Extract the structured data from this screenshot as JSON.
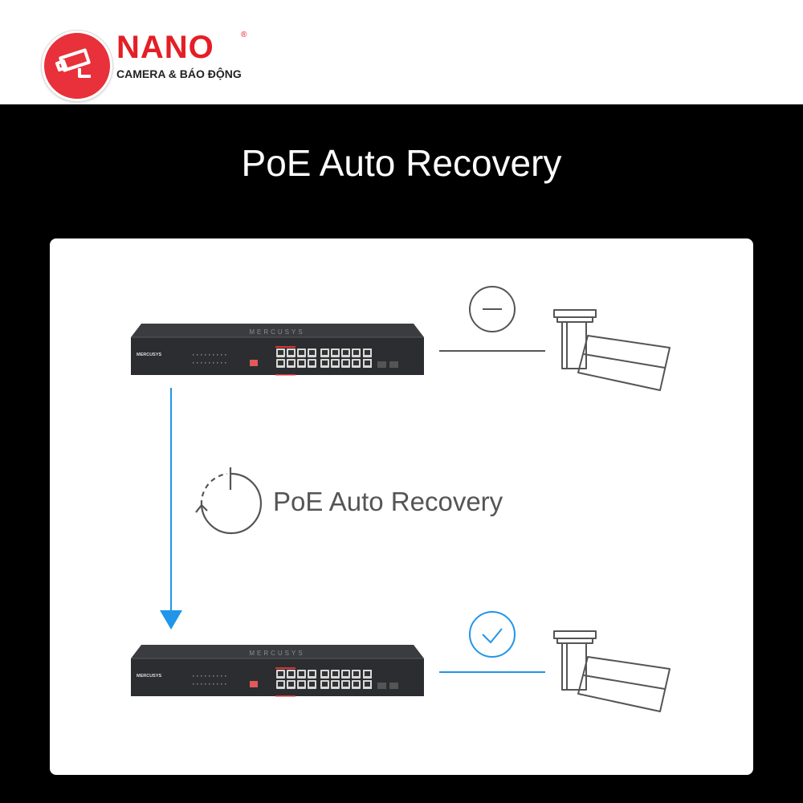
{
  "header": {
    "brand": "NANO",
    "registered": "®",
    "tagline": "CAMERA & BÁO ĐỘNG"
  },
  "title": "PoE Auto Recovery",
  "diagram": {
    "feature_label": "PoE Auto Recovery",
    "switch_brand": "MERCUSYS",
    "colors": {
      "accent": "#2196e8",
      "gray": "#555555",
      "switch": "#2b2d30"
    },
    "states": [
      {
        "status": "disconnected",
        "icon": "minus-circle-icon"
      },
      {
        "status": "connected",
        "icon": "check-circle-icon"
      }
    ]
  }
}
